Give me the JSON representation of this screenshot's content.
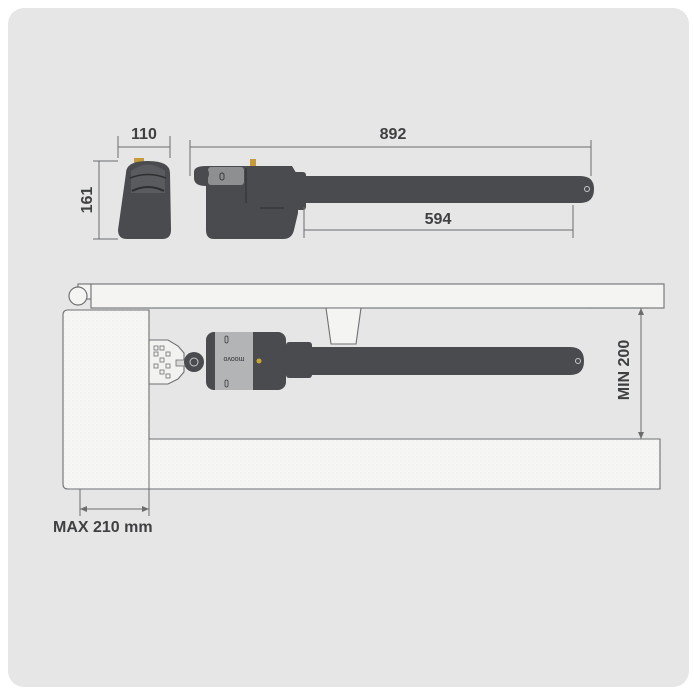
{
  "dimensions": {
    "width": "110",
    "height": "161",
    "overall_length": "892",
    "stroke": "594",
    "min_offset": "MIN 200",
    "max_offset": "MAX 210 mm"
  },
  "branding": {
    "logo_text": "moovo"
  },
  "colors": {
    "background": "#e6e6e7",
    "motor_body": "#4a4b4e",
    "motor_cover": "#8e8f91",
    "structure_fill": "#f5f5f4",
    "dimension_text": "#3f4042"
  }
}
